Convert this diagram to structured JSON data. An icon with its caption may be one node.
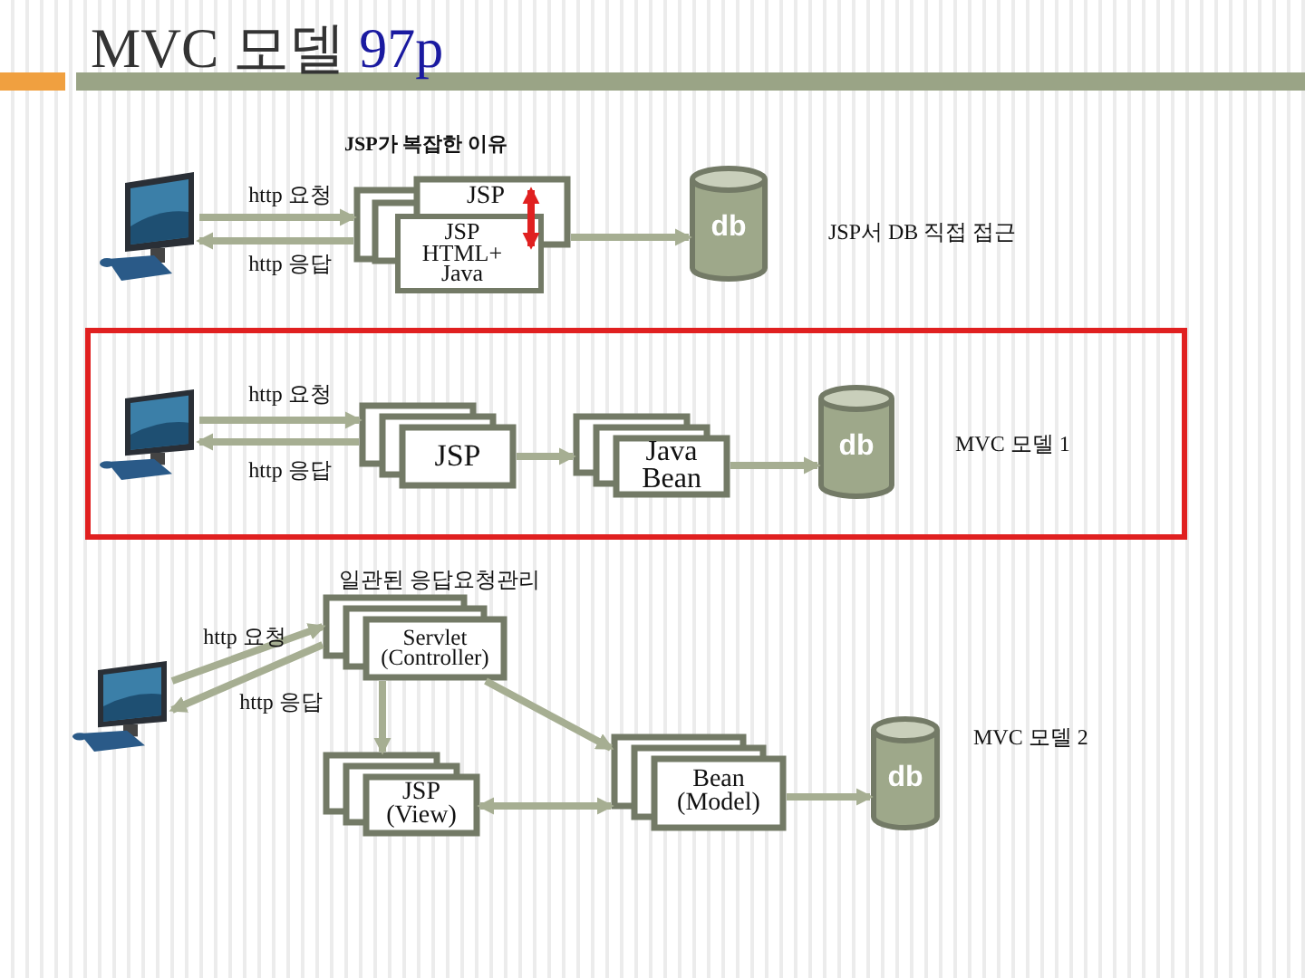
{
  "diagram": {
    "title": "MVC 모델 97p",
    "nodes": [
      {
        "text": [],
        "shape": "picture"
      },
      {
        "text": [
          "JSP"
        ]
      },
      {
        "text": [
          "JSP HTML+ Java"
        ]
      },
      {
        "text": [
          "db"
        ]
      },
      {
        "text": [],
        "shape": "box"
      },
      {
        "text": [],
        "shape": "picture",
        "in": 4
      },
      {
        "text": [
          "JSP"
        ],
        "in": 4
      },
      {
        "text": [
          "Java Bean"
        ],
        "in": 4
      },
      {
        "text": [
          "db"
        ],
        "in": 4
      },
      {
        "text": [],
        "shape": "picture"
      },
      {
        "text": [
          "Servlet (Controller)"
        ],
        "beside": [
          "일관된 응답요청관리"
        ]
      },
      {
        "text": [
          "JSP (View)"
        ]
      },
      {
        "text": [
          "Bean (Model)"
        ]
      },
      {
        "text": [
          "db"
        ]
      }
    ],
    "edges": [
      {
        "from": 0,
        "to": 1,
        "arrow": "to",
        "label": "http 요청"
      },
      {
        "from": 1,
        "to": 0,
        "arrow": "to",
        "label": "http 응답"
      },
      {
        "from": 1,
        "to": 3,
        "arrow": "to"
      },
      {
        "from": 1,
        "to": 2,
        "arrow": "both",
        "color": "#e02020"
      },
      {
        "from": 5,
        "to": 6,
        "arrow": "to",
        "label": "http 요청"
      },
      {
        "from": 6,
        "to": 5,
        "arrow": "to",
        "label": "http 응답"
      },
      {
        "from": 6,
        "to": 7,
        "arrow": "to"
      },
      {
        "from": 7,
        "to": 8,
        "arrow": "to"
      },
      {
        "from": 9,
        "to": 10,
        "arrow": "to",
        "label": "http 요청"
      },
      {
        "from": 10,
        "to": 9,
        "arrow": "to",
        "label": "http 응답"
      },
      {
        "from": 10,
        "to": 11,
        "arrow": "to"
      },
      {
        "from": 10,
        "to": 12,
        "arrow": "to"
      },
      {
        "from": 11,
        "to": 12,
        "arrow": "both"
      },
      {
        "from": 12,
        "to": 13,
        "arrow": "to"
      }
    ],
    "labels": [
      "JSP가 복잡한 이유",
      "JSP서 DB 직접 접근",
      "MVC 모델 1",
      "MVC 모델 2"
    ]
  }
}
